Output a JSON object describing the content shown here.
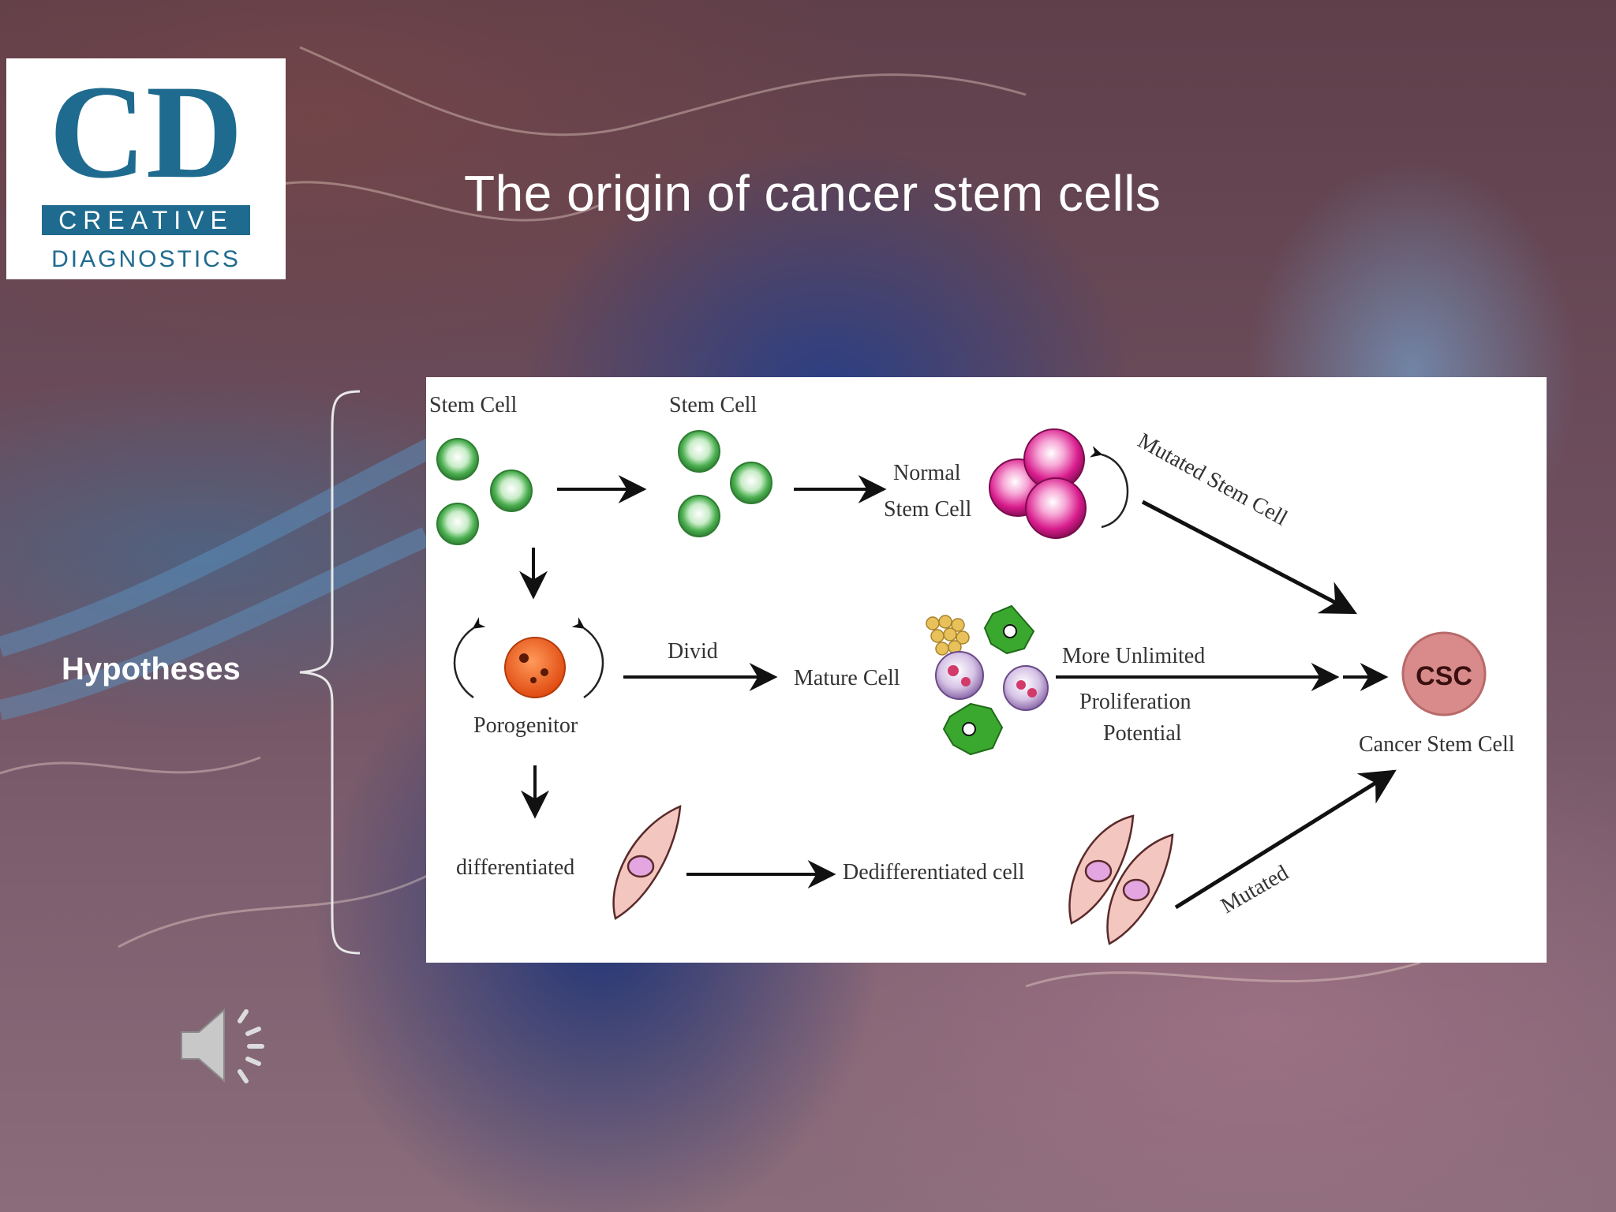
{
  "slide": {
    "title": "The origin of cancer stem cells",
    "side_label": "Hypotheses"
  },
  "logo": {
    "letters": "CD",
    "line1": "CREATIVE",
    "line2": "DIAGNOSTICS",
    "color": "#1f6b8f"
  },
  "diagram": {
    "row1": {
      "stem_cell_label_1": "Stem Cell",
      "stem_cell_label_2": "Stem Cell",
      "normal_label_1": "Normal",
      "normal_label_2": "Stem Cell",
      "mutated_label": "Mutated Stem Cell"
    },
    "row2": {
      "progenitor_label": "Porogenitor",
      "divid_label": "Divid",
      "mature_label": "Mature Cell",
      "unlimited_label_1": "More Unlimited",
      "unlimited_label_2": "Proliferation",
      "unlimited_label_3": "Potential",
      "csc_badge": "CSC",
      "csc_label": "Cancer Stem Cell"
    },
    "row3": {
      "differentiated_label": "differentiated",
      "dediff_label": "Dedifferentiated cell",
      "mutated_label": "Mutated"
    },
    "colors": {
      "stem_cell": "#4caf50",
      "normal_stem_cell": "#d81b8c",
      "progenitor": "#f05a1a",
      "csc": "#d98a8a",
      "mature_green": "#3aa82e",
      "spindle_cell": "#f4c6c0"
    }
  },
  "icons": {
    "audio": "speaker-icon"
  }
}
